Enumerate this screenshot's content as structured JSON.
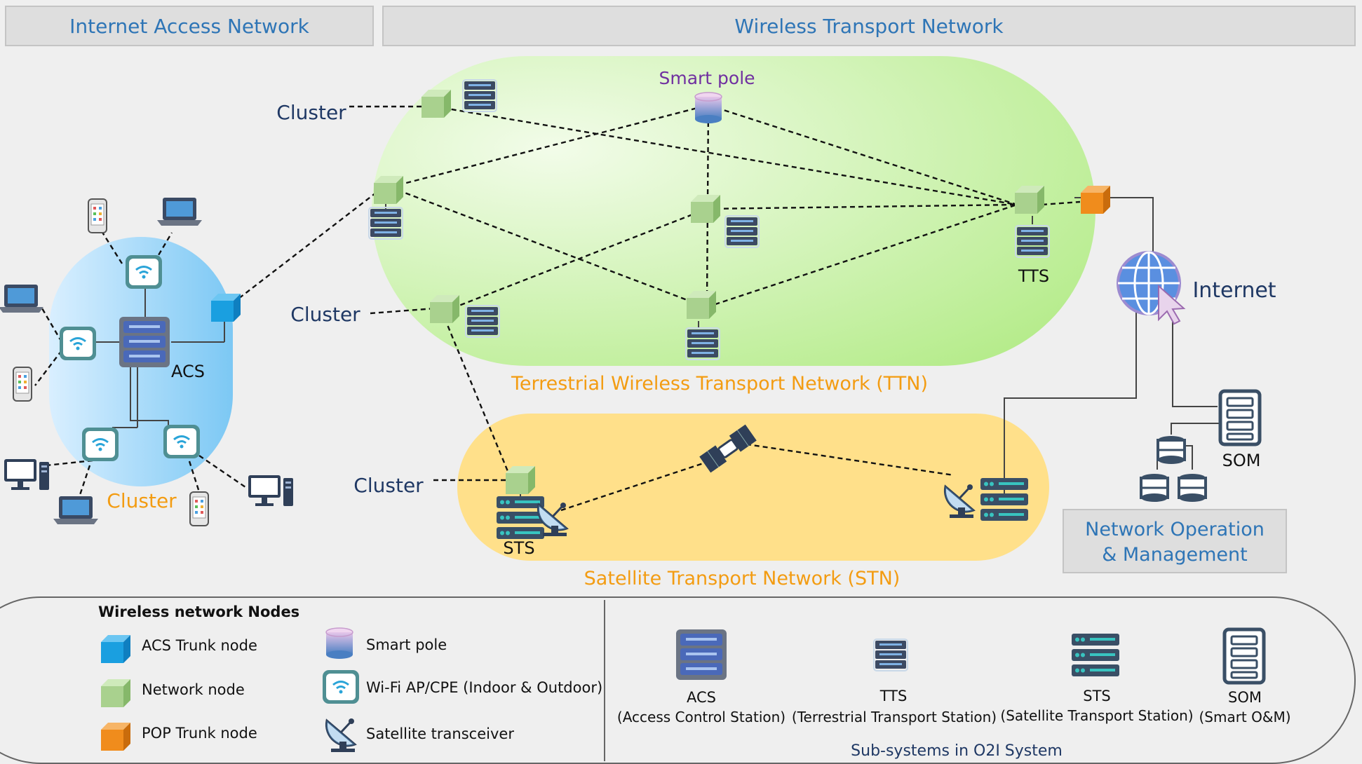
{
  "headers": {
    "internet_access": "Internet Access Network",
    "wireless_transport": "Wireless Transport Network"
  },
  "labels": {
    "smart_pole": "Smart pole",
    "cluster_top": "Cluster",
    "cluster_mid": "Cluster",
    "cluster_sat": "Cluster",
    "cluster_access": "Cluster",
    "acs": "ACS",
    "tts": "TTS",
    "sts": "STS",
    "som": "SOM",
    "internet": "Internet",
    "ttn": "Terrestrial Wireless Transport Network (TTN)",
    "stn": "Satellite Transport Network (STN)",
    "nom_line1": "Network Operation",
    "nom_line2": "& Management"
  },
  "legend": {
    "title": "Wireless network Nodes",
    "acs_trunk": "ACS Trunk node",
    "network_node": "Network node",
    "pop_trunk": "POP Trunk node",
    "smart_pole": "Smart pole",
    "wifi_ap": "Wi-Fi AP/CPE (Indoor & Outdoor)",
    "satellite": "Satellite  transceiver",
    "subsystems_title": "Sub-systems in O2I System",
    "subsystems": [
      {
        "name": "ACS",
        "desc": "(Access Control Station)"
      },
      {
        "name": "TTS",
        "desc": "(Terrestrial Transport Station)"
      },
      {
        "name": "STS",
        "desc": "(Satellite Transport Station)"
      },
      {
        "name": "SOM",
        "desc": "(Smart O&M)"
      }
    ]
  },
  "colors": {
    "header_text": "#2e75b6",
    "orange_text": "#f39c12",
    "dark_blue_text": "#1f3864",
    "purple_text": "#7030a0",
    "ttn_green": "#c5f0a4",
    "stn_yellow": "#ffe08a",
    "access_blue": "#8fd0f5",
    "network_node_green": "#a9d18e",
    "acs_trunk_blue": "#1a9fe0",
    "pop_trunk_orange": "#f08c1c"
  }
}
